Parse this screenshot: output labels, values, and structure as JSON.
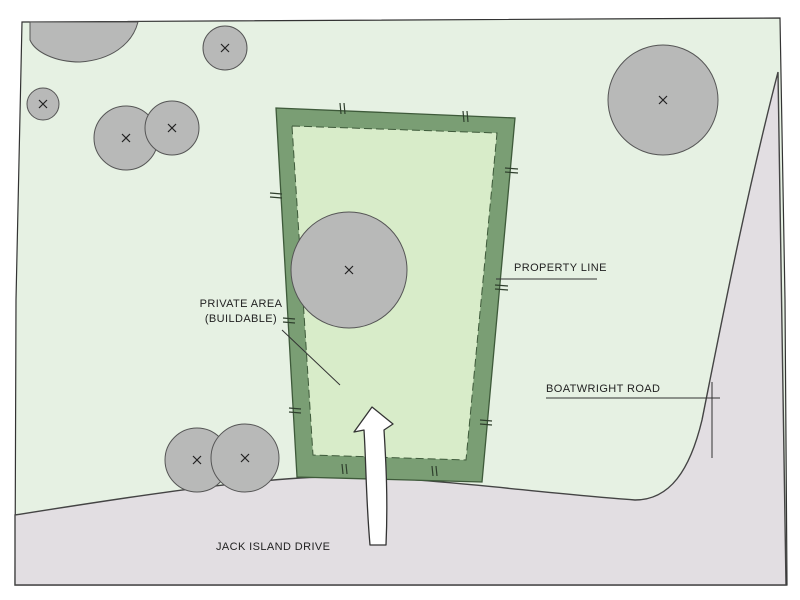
{
  "colors": {
    "background": "#e6f1e3",
    "road": "#e2dee2",
    "lot_border": "#7a9e74",
    "buildable_area": "#d8ecc9",
    "tree": "#b8b9b8",
    "outline": "#555555"
  },
  "labels": {
    "private_area_line1": "PRIVATE AREA",
    "private_area_line2": "(BUILDABLE)",
    "property_line": "PROPERTY LINE",
    "boatwright_road": "BOATWRIGHT ROAD",
    "jack_island_drive": "JACK ISLAND DRIVE"
  }
}
